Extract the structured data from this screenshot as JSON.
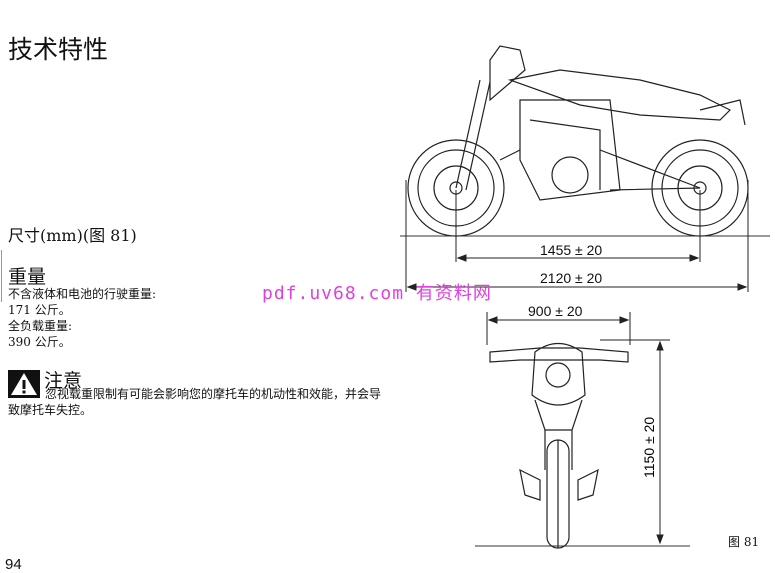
{
  "title": "技术特性",
  "dimensions_heading": "尺寸(mm)(图 81)",
  "weight": {
    "heading": "重量",
    "lines": [
      "不含液体和电池的行驶重量:",
      "171 公斤。",
      "全负载重量:",
      "390 公斤。"
    ]
  },
  "warning": {
    "heading": "注意",
    "text": "忽视载重限制有可能会影响您的摩托车的机动性和效能，并会导致摩托车失控。",
    "icon": "warning-triangle-icon"
  },
  "watermark": "pdf.uv68.com 有资料网",
  "figure": {
    "wheelbase": "1455 ± 20",
    "length": "2120 ± 20",
    "width": "900 ± 20",
    "height": "1150 ± 20",
    "caption": "图 81"
  },
  "page_number": "94"
}
